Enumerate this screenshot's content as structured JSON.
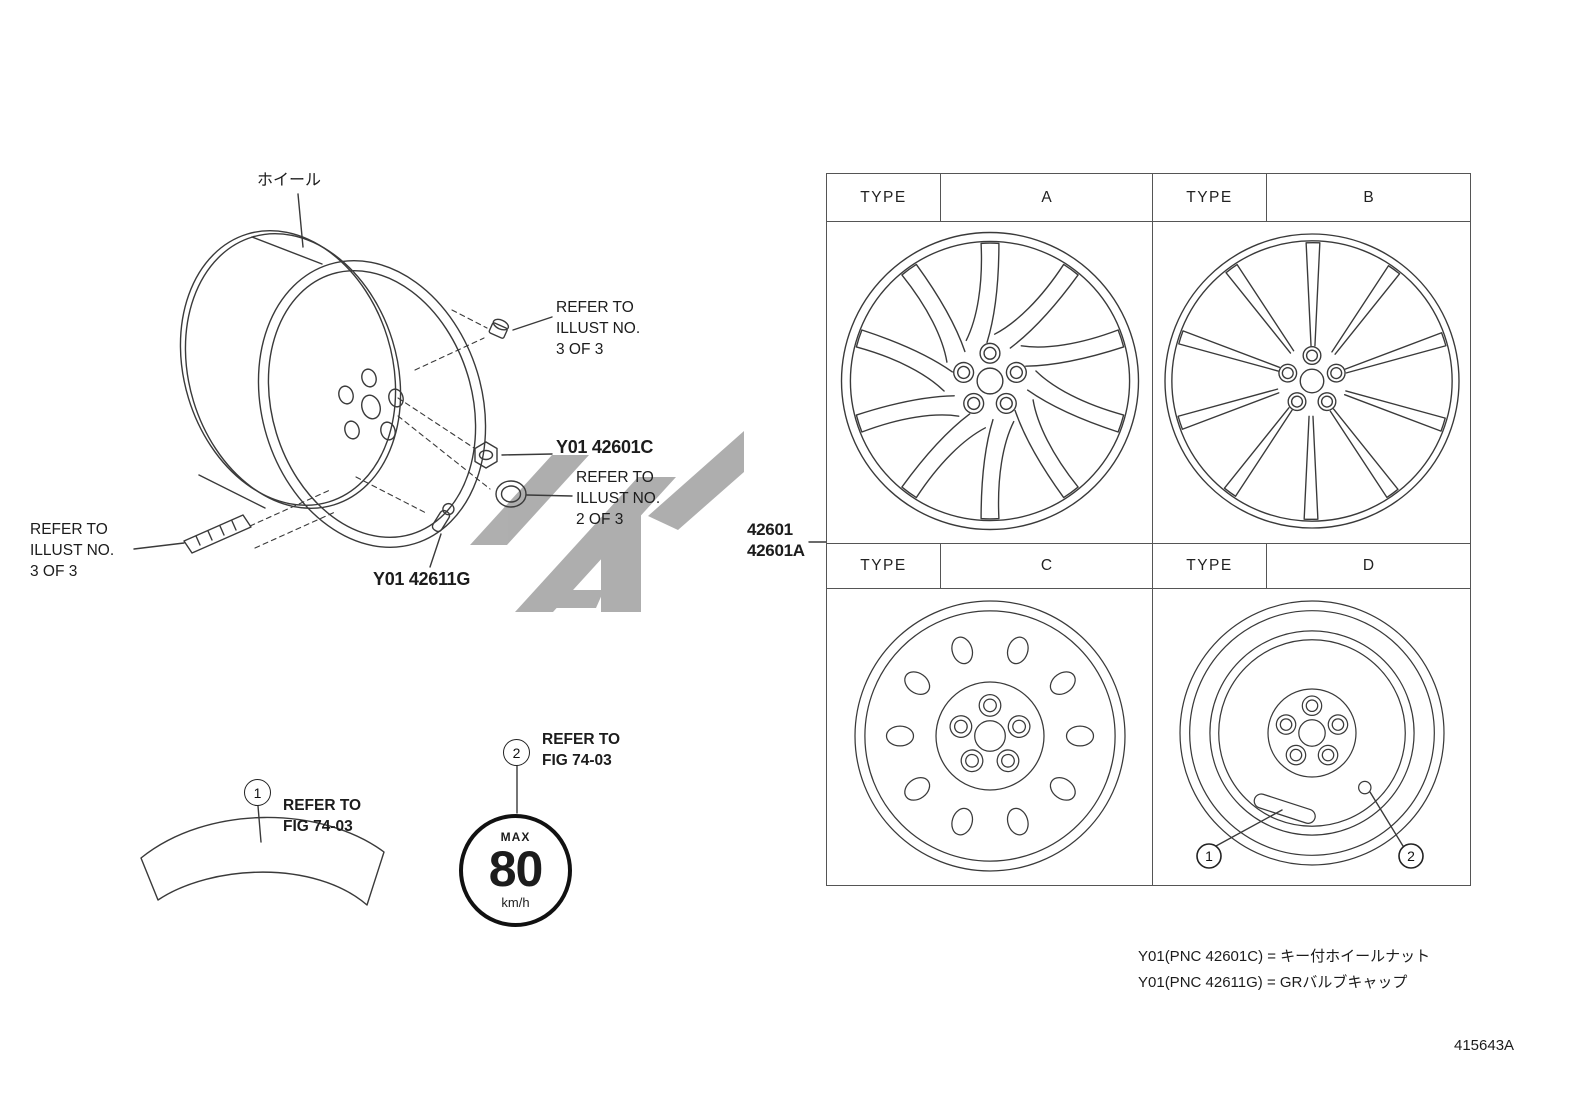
{
  "labels": {
    "wheel_jp": "ホイール",
    "refer_illust_3of3": "REFER TO\nILLUST NO.\n3 OF 3",
    "refer_illust_2of3": "REFER TO\nILLUST NO.\n2 OF 3",
    "refer_fig": "REFER TO\nFIG 74-03",
    "part_y01_42601c": "Y01 42601C",
    "part_y01_42611g": "Y01 42611G",
    "part_42601": "42601",
    "part_42601a": "42601A"
  },
  "table": {
    "quadrants": [
      {
        "type_label": "TYPE",
        "letter": "A"
      },
      {
        "type_label": "TYPE",
        "letter": "B"
      },
      {
        "type_label": "TYPE",
        "letter": "C"
      },
      {
        "type_label": "TYPE",
        "letter": "D"
      }
    ]
  },
  "speed_badge": {
    "max": "MAX",
    "value": "80",
    "unit": "km/h"
  },
  "callout_numbers": {
    "one": "1",
    "two": "2"
  },
  "footnotes": {
    "line1": "Y01(PNC 42601C) = キー付ホイールナット",
    "line2": "Y01(PNC 42611G) = GRバルブキャップ"
  },
  "diagram_code": "415643A"
}
